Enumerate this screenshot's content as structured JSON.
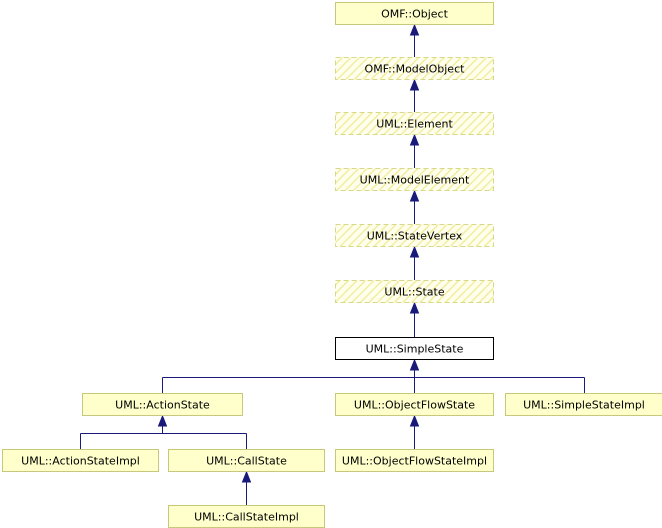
{
  "nodes": [
    {
      "id": "omf-object",
      "label": "OMF::Object",
      "style": "solid"
    },
    {
      "id": "omf-modelobject",
      "label": "OMF::ModelObject",
      "style": "dashed"
    },
    {
      "id": "uml-element",
      "label": "UML::Element",
      "style": "dashed"
    },
    {
      "id": "uml-modelelement",
      "label": "UML::ModelElement",
      "style": "dashed"
    },
    {
      "id": "uml-statevertex",
      "label": "UML::StateVertex",
      "style": "dashed"
    },
    {
      "id": "uml-state",
      "label": "UML::State",
      "style": "dashed"
    },
    {
      "id": "uml-simplestate",
      "label": "UML::SimpleState",
      "style": "current"
    },
    {
      "id": "uml-actionstate",
      "label": "UML::ActionState",
      "style": "solid"
    },
    {
      "id": "uml-objectflowstate",
      "label": "UML::ObjectFlowState",
      "style": "solid"
    },
    {
      "id": "uml-simplestateimpl",
      "label": "UML::SimpleStateImpl",
      "style": "solid"
    },
    {
      "id": "uml-actionstateimpl",
      "label": "UML::ActionStateImpl",
      "style": "solid"
    },
    {
      "id": "uml-callstate",
      "label": "UML::CallState",
      "style": "solid"
    },
    {
      "id": "uml-objectflowstateimpl",
      "label": "UML::ObjectFlowStateImpl",
      "style": "solid"
    },
    {
      "id": "uml-callstateimpl",
      "label": "UML::CallStateImpl",
      "style": "solid"
    }
  ],
  "edges": [
    {
      "child": "omf-modelobject",
      "parent": "omf-object"
    },
    {
      "child": "uml-element",
      "parent": "omf-modelobject"
    },
    {
      "child": "uml-modelelement",
      "parent": "uml-element"
    },
    {
      "child": "uml-statevertex",
      "parent": "uml-modelelement"
    },
    {
      "child": "uml-state",
      "parent": "uml-statevertex"
    },
    {
      "child": "uml-simplestate",
      "parent": "uml-state"
    },
    {
      "child": "uml-actionstate",
      "parent": "uml-simplestate"
    },
    {
      "child": "uml-objectflowstate",
      "parent": "uml-simplestate"
    },
    {
      "child": "uml-simplestateimpl",
      "parent": "uml-simplestate"
    },
    {
      "child": "uml-actionstateimpl",
      "parent": "uml-actionstate"
    },
    {
      "child": "uml-callstate",
      "parent": "uml-actionstate"
    },
    {
      "child": "uml-objectflowstateimpl",
      "parent": "uml-objectflowstate"
    },
    {
      "child": "uml-callstateimpl",
      "parent": "uml-callstate"
    }
  ],
  "colors": {
    "node_fill": "#ffffcc",
    "node_border": "#c8c87a",
    "current_border": "#000000",
    "edge": "#1a1a7a"
  }
}
